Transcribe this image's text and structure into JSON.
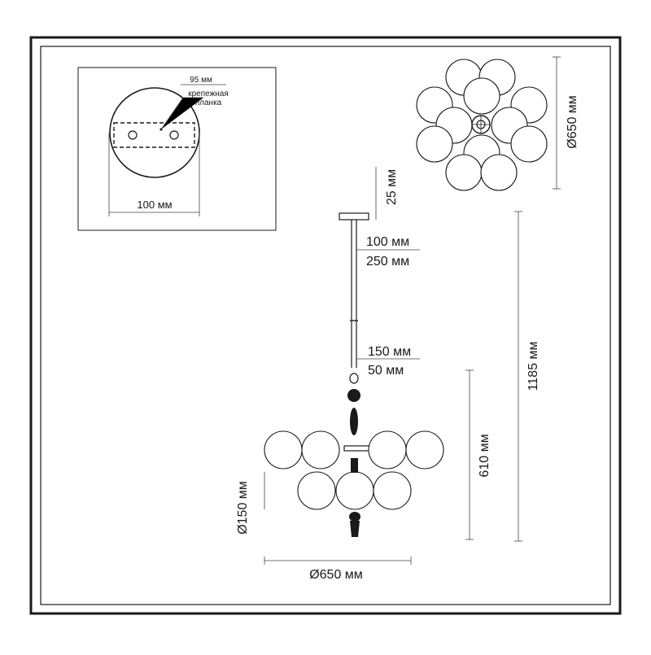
{
  "canopy_detail": {
    "mount_width": "95 мм",
    "plate_label_line1": "крепежная",
    "plate_label_line2": "планка",
    "canopy_diameter": "100 мм"
  },
  "top_view": {
    "diameter": "Ø650 мм"
  },
  "side_view": {
    "canopy_height": "25 мм",
    "rod_1_top": "100 мм",
    "rod_1_bottom": "250 мм",
    "rod_2_top": "150 мм",
    "rod_2_bottom": "50 мм",
    "body_height": "610 мм",
    "total_height": "1185 мм",
    "globe_diameter": "Ø150 мм",
    "width": "Ø650 мм"
  }
}
